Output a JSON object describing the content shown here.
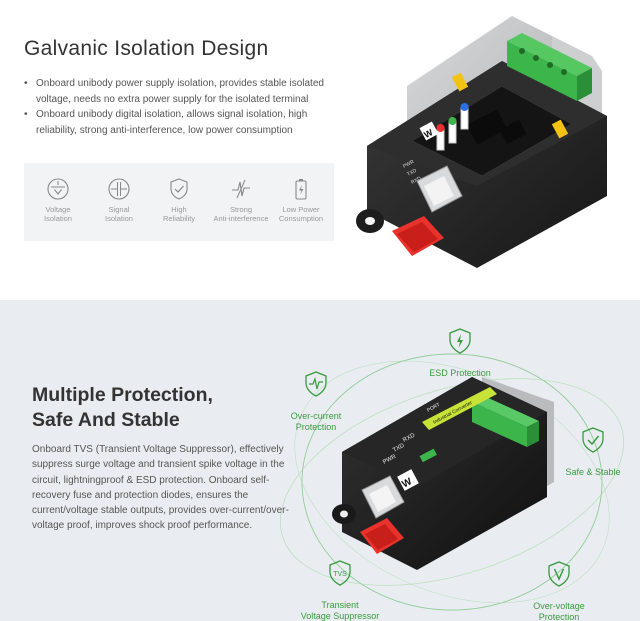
{
  "section1": {
    "title": "Galvanic Isolation Design",
    "bullets": [
      "Onboard unibody power supply isolation, provides stable isolated voltage, needs no extra power supply for the isolated terminal",
      "Onboard unibody digital isolation, allows signal isolation, high reliability, strong anti-interference, low power consumption"
    ],
    "features": [
      {
        "icon": "voltage-isolation-icon",
        "label": "Voltage\nIsolation"
      },
      {
        "icon": "signal-isolation-icon",
        "label": "Signal\nIsolation"
      },
      {
        "icon": "shield-check-icon",
        "label": "High\nReliability"
      },
      {
        "icon": "anti-interference-icon",
        "label": "Strong\nAnti-interference"
      },
      {
        "icon": "battery-icon",
        "label": "Low Power\nConsumption"
      }
    ],
    "device_labels": {
      "pwr": "PWR",
      "txd": "TXD",
      "rxd": "RXD"
    }
  },
  "section2": {
    "title_line1": "Multiple Protection,",
    "title_line2": "Safe And Stable",
    "body": "Onboard TVS (Transient Voltage Suppressor), effectively suppress surge voltage and transient spike voltage in the circuit, lightningproof & ESD protection. Onboard self-recovery fuse and protection diodes, ensures the current/voltage stable outputs, provides over-current/over-voltage proof, improves shock proof performance.",
    "protections": {
      "esd": "ESD Protection",
      "over_current": "Over-current\nProtection",
      "safe_stable": "Safe & Stable",
      "tvs": "Transient\nVoltage Suppressor",
      "tvs_icon_text": "TVS",
      "over_voltage": "Over-voltage\nProtection"
    },
    "device_labels": {
      "txd": "TXD",
      "rxd": "RXD",
      "pwr": "PWR",
      "port": "PORT",
      "brand": "Industrial Converter"
    }
  },
  "colors": {
    "accent_green": "#3a9a3f",
    "terminal_green": "#3cb54a",
    "connector_red": "#e8322b",
    "panel_bg": "#f1f3f5",
    "section2_bg": "#e9edf2"
  }
}
